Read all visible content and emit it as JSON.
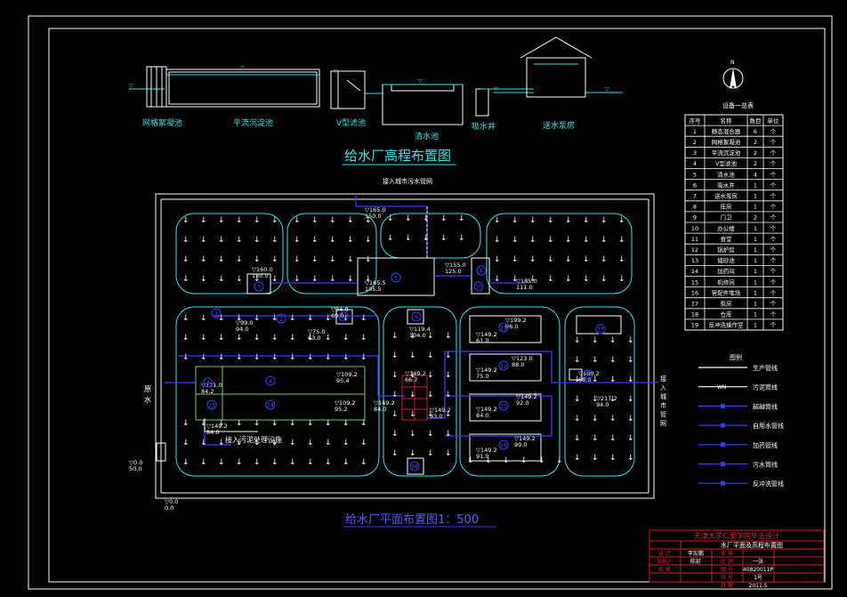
{
  "profile": {
    "title": "给水厂高程布置图",
    "labels": [
      "网格絮凝池",
      "平流沉淀池",
      "V型滤池",
      "清水池",
      "吸水井",
      "送水泵房"
    ]
  },
  "plan": {
    "title": "给水厂平面布置图1：500",
    "top_note": "接入城市污水管网",
    "sludge_note": "接入污泥处理设施",
    "raw_water": [
      "原",
      "水"
    ],
    "city_pipe": [
      "接",
      "入",
      "城",
      "市",
      "管",
      "网"
    ],
    "elevations": [
      {
        "t": "▽160.0",
        "b": "150.0"
      },
      {
        "t": "▽165.0",
        "b": "150.0"
      },
      {
        "t": "▽165.5",
        "b": "105.5"
      },
      {
        "t": "▽155.0",
        "b": "125.0"
      },
      {
        "t": "▽185.0",
        "b": "111.0"
      },
      {
        "t": "▽99.0",
        "b": "94.0"
      },
      {
        "t": "▽75.0",
        "b": "63.0"
      },
      {
        "t": "▽94.0",
        "b": "69.0"
      },
      {
        "t": "▽119.4",
        "b": "104.0"
      },
      {
        "t": "▽199.2",
        "b": "96.0"
      },
      {
        "t": "▽149.2",
        "b": "61.0"
      },
      {
        "t": "▽123.0",
        "b": "88.0"
      },
      {
        "t": "▽149.2",
        "b": "75.0"
      },
      {
        "t": "▽109.2",
        "b": "95.4"
      },
      {
        "t": "▽121.0",
        "b": "84.2"
      },
      {
        "t": "▽149.2",
        "b": "66.7"
      },
      {
        "t": "▽109.2",
        "b": "95.2"
      },
      {
        "t": "▽149.2",
        "b": "84.0"
      },
      {
        "t": "▽149.2",
        "b": "93.0"
      },
      {
        "t": "▽149.2",
        "b": "84.0"
      },
      {
        "t": "▽149.2",
        "b": "84.0"
      },
      {
        "t": "▽149.2",
        "b": "92.0"
      },
      {
        "t": "▽149.2",
        "b": "91.0"
      },
      {
        "t": "▽149.2",
        "b": "99.0"
      },
      {
        "t": "▽0.0",
        "b": "50.0"
      },
      {
        "t": "▽0.0",
        "b": "0.0"
      },
      {
        "t": "▽217.2",
        "b": "94.0"
      },
      {
        "t": "▽109.2",
        "b": "68.0"
      }
    ],
    "numbers": [
      "1",
      "2",
      "3",
      "4",
      "5",
      "6",
      "7",
      "8",
      "9",
      "10",
      "11",
      "12",
      "13",
      "14",
      "15",
      "16",
      "17",
      "18",
      "19"
    ]
  },
  "equipment_table": {
    "title": "设备一览表",
    "headers": [
      "序号",
      "名称",
      "数目",
      "单位"
    ],
    "rows": [
      [
        "1",
        "静态混合器",
        "6",
        "个"
      ],
      [
        "2",
        "网格絮凝池",
        "2",
        "个"
      ],
      [
        "3",
        "平流沉淀池",
        "2",
        "个"
      ],
      [
        "4",
        "V型滤池",
        "2",
        "个"
      ],
      [
        "5",
        "清水池",
        "4",
        "个"
      ],
      [
        "6",
        "吸水井",
        "1",
        "个"
      ],
      [
        "7",
        "送水泵房",
        "1",
        "个"
      ],
      [
        "8",
        "库房",
        "1",
        "个"
      ],
      [
        "9",
        "门卫",
        "2",
        "个"
      ],
      [
        "10",
        "办公楼",
        "1",
        "个"
      ],
      [
        "11",
        "食堂",
        "1",
        "个"
      ],
      [
        "12",
        "锅炉房",
        "1",
        "个"
      ],
      [
        "13",
        "储砂池",
        "1",
        "个"
      ],
      [
        "14",
        "加药间",
        "1",
        "个"
      ],
      [
        "15",
        "机修间",
        "1",
        "个"
      ],
      [
        "16",
        "管配件堆场",
        "1",
        "个"
      ],
      [
        "17",
        "泵房",
        "1",
        "个"
      ],
      [
        "18",
        "仓库",
        "1",
        "个"
      ],
      [
        "19",
        "反冲洗操作室",
        "1",
        "个"
      ]
    ]
  },
  "legend": {
    "title": "图例",
    "items": [
      "生产管线",
      "污泥管线",
      "超越管线",
      "自用水管线",
      "加药管线",
      "污水管线",
      "反冲洗管线"
    ]
  },
  "title_block": {
    "school": "天津大学仁爱学院毕业设计",
    "drawing": "水厂平面及高程布置图",
    "rows": [
      [
        "设 计",
        "李宏鹏",
        "审 核",
        ""
      ],
      [
        "指导人",
        "陈延",
        "比 例",
        "一张"
      ],
      [
        "校 核",
        "",
        "图 号",
        "40820011P"
      ],
      [
        "",
        "",
        "张 号",
        "1号"
      ],
      [
        "",
        "",
        "日 期",
        "2011.5"
      ]
    ]
  },
  "compass": {
    "label": "N"
  },
  "colors": {
    "cyan": "#35e3e3",
    "blue": "#3a3aff",
    "red": "#d02020",
    "green": "#70d070",
    "white": "#ffffff"
  }
}
